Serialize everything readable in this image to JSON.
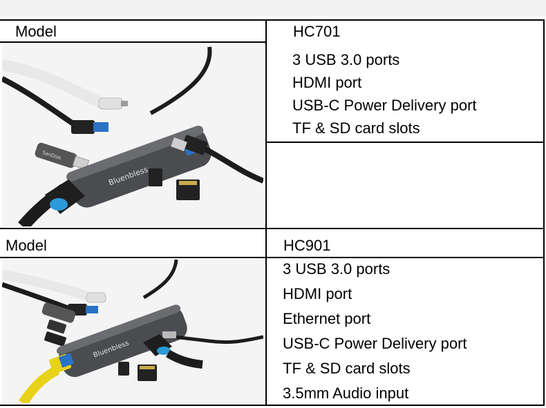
{
  "table": {
    "rows": [
      {
        "label": "Model",
        "model": "HC701",
        "features": [
          "3 USB 3.0 ports",
          "HDMI port",
          "USB-C Power Delivery port",
          "TF & SD card slots"
        ],
        "product_image": {
          "brand_text": "Bluenbless"
        }
      },
      {
        "label": "Model",
        "model": "HC901",
        "features": [
          "3 USB 3.0 ports",
          "HDMI port",
          "Ethernet port",
          "USB-C Power Delivery port",
          "TF & SD card slots",
          "3.5mm Audio input"
        ],
        "product_image": {
          "brand_text": "Bluenbless"
        }
      }
    ]
  },
  "colors": {
    "border": "#000000",
    "hub_body": "#4a4c50",
    "usb_blue": "#2a72c4",
    "ethernet_yellow": "#e8d21a"
  }
}
